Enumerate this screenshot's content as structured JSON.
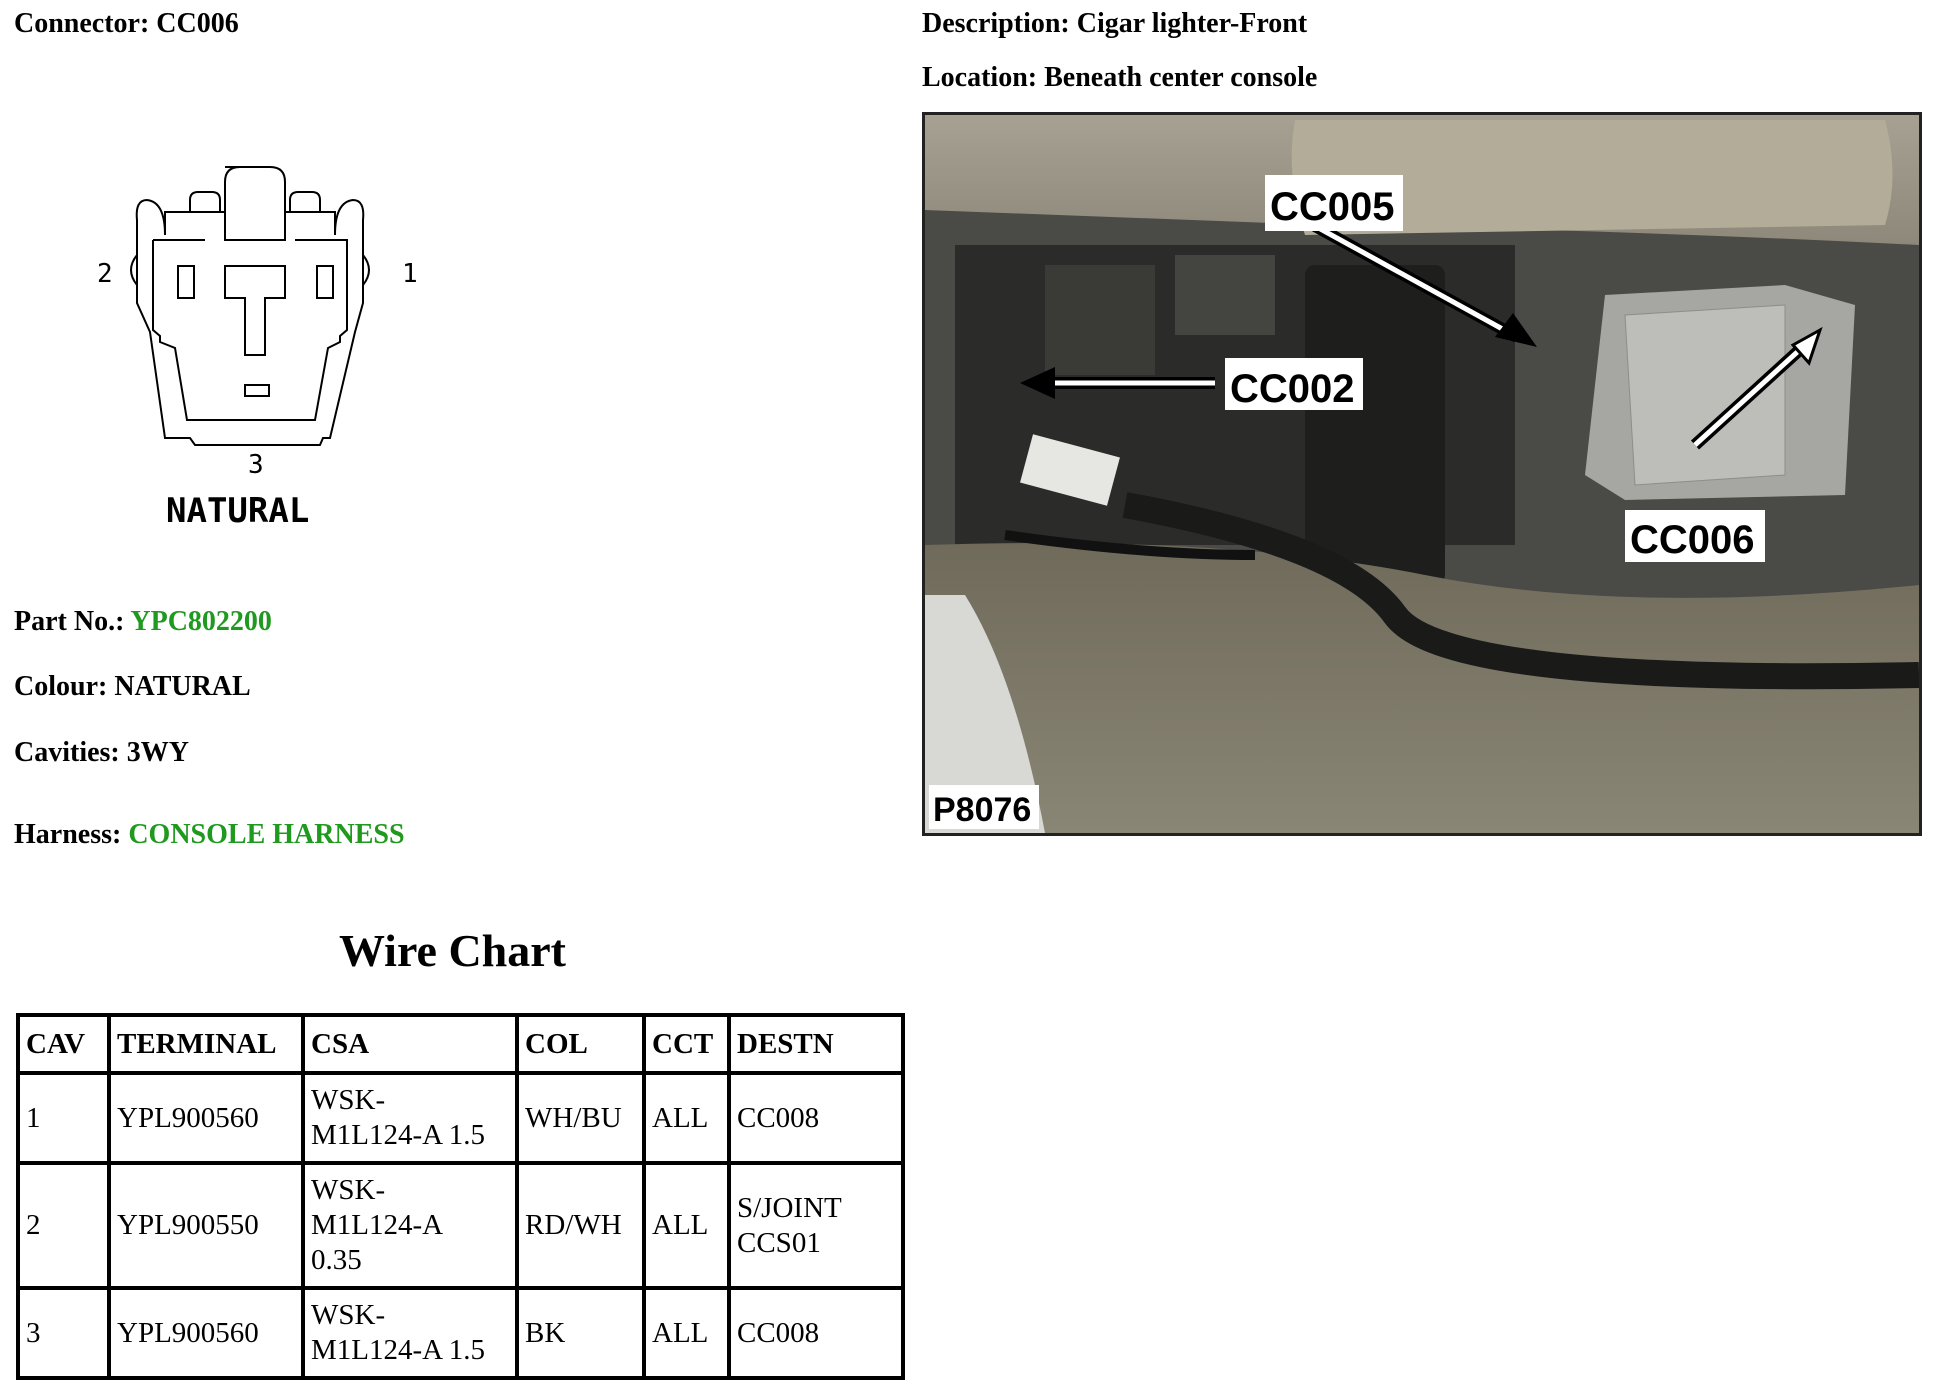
{
  "connector": {
    "label": "Connector:",
    "value": "CC006"
  },
  "description": {
    "label": "Description:",
    "value": "Cigar lighter-Front"
  },
  "location": {
    "label": "Location:",
    "value": "Beneath center console"
  },
  "diagram": {
    "pins": [
      "2",
      "1",
      "3"
    ],
    "colour_label": "NATURAL"
  },
  "part_no": {
    "label": "Part No.:",
    "value": "YPC802200",
    "color": "#1f9a1f"
  },
  "colour": {
    "label": "Colour:",
    "value": "NATURAL"
  },
  "cavities": {
    "label": "Cavities:",
    "value": "3WY"
  },
  "harness": {
    "label": "Harness:",
    "value": "CONSOLE HARNESS",
    "color": "#1f9a1f"
  },
  "wire_chart": {
    "title": "Wire Chart",
    "headers": [
      "CAV",
      "TERMINAL",
      "CSA",
      "COL",
      "CCT",
      "DESTN"
    ],
    "rows": [
      {
        "cav": "1",
        "terminal": "YPL900560",
        "csa_1": "WSK-",
        "csa_2": "M1L124-A 1.5",
        "csa_3": "",
        "col": "WH/BU",
        "cct": "ALL",
        "destn_1": "CC008",
        "destn_2": ""
      },
      {
        "cav": "2",
        "terminal": "YPL900550",
        "csa_1": "WSK-",
        "csa_2": "M1L124-A",
        "csa_3": "0.35",
        "col": "RD/WH",
        "cct": "ALL",
        "destn_1": "S/JOINT",
        "destn_2": "CCS01"
      },
      {
        "cav": "3",
        "terminal": "YPL900560",
        "csa_1": "WSK-",
        "csa_2": "M1L124-A 1.5",
        "csa_3": "",
        "col": "BK",
        "cct": "ALL",
        "destn_1": "CC008",
        "destn_2": ""
      }
    ]
  },
  "photo": {
    "callouts": [
      "CC005",
      "CC002",
      "CC006"
    ],
    "code": "P8076"
  }
}
